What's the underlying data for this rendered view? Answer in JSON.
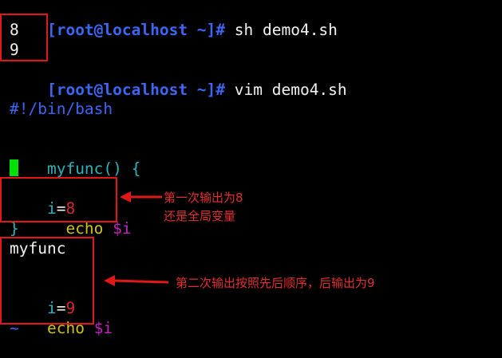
{
  "terminal": {
    "prompt1": "[root@localhost ~]#",
    "cmd1": " sh demo4.sh",
    "output": [
      "8",
      "9"
    ],
    "prompt2": "[root@localhost ~]#",
    "cmd2": " vim demo4.sh"
  },
  "script": {
    "shebang": "#!/bin/bash",
    "func_name": "myfunc",
    "func_open": "() {",
    "assign1_var": "i",
    "assign1_eq": "=",
    "assign1_val": "8",
    "echo1_indent": "  ",
    "echo1_cmd": "echo",
    "echo1_space": " ",
    "echo1_arg": "$i",
    "func_close": "}",
    "call": "myfunc",
    "assign2_var": "i",
    "assign2_eq": "=",
    "assign2_val": "9",
    "echo2_cmd": "echo",
    "echo2_space": " ",
    "echo2_arg": "$i",
    "tilde": "~"
  },
  "annotations": {
    "note1_line1": "第一次输出为8",
    "note1_line2": "还是全局变量",
    "note2": "第二次输出按照先后顺序，后输出为9"
  },
  "colors": {
    "prompt": "#3c67f4",
    "keyword_cyan": "#2eb3bb",
    "number_red": "#d42a2a",
    "command_yellow": "#d1c21c",
    "variable_magenta": "#bf26bf",
    "cursor_green": "#00e000",
    "annotation_red": "#e01818"
  }
}
